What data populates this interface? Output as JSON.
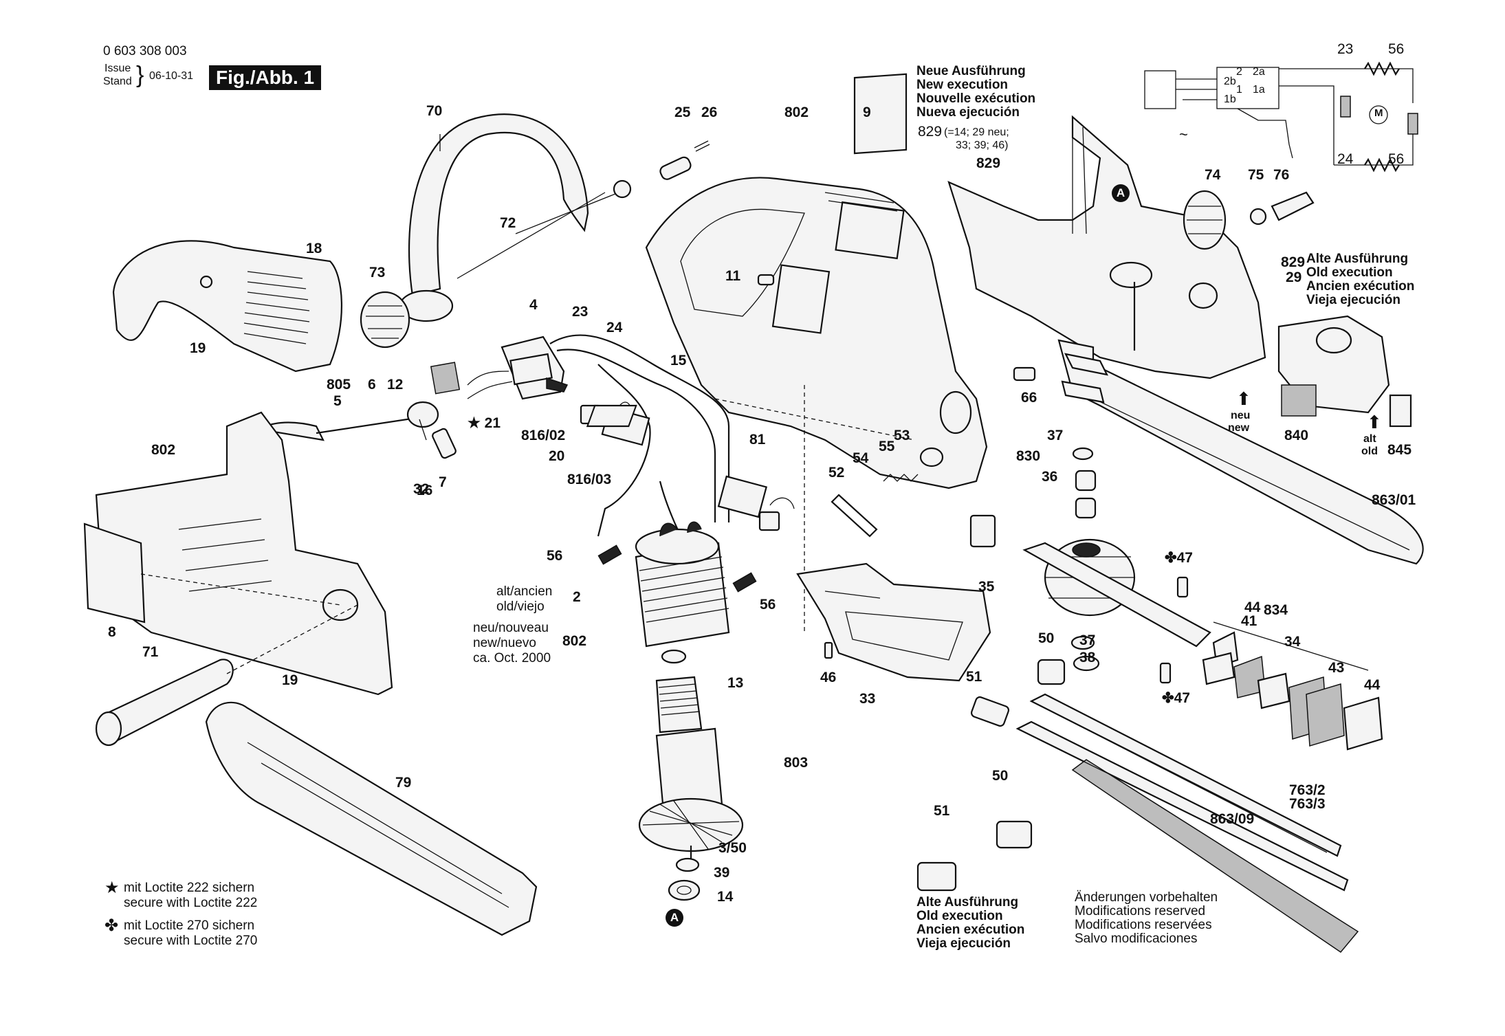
{
  "header": {
    "part_number": "0 603 308 003",
    "issue_label": "Issue",
    "stand_label": "Stand",
    "date": "06-10-31",
    "fig_label": "Fig./Abb. 1"
  },
  "new_execution_title": [
    "Neue Ausführung",
    "New execution",
    "Nouvelle exécution",
    "Nueva ejecución"
  ],
  "code_829_note": {
    "code": "829",
    "line1": "(=14; 29 neu;",
    "line2": "33; 39; 46)"
  },
  "old_execution_title_right": [
    "Alte Ausführung",
    "Old execution",
    "Ancien exécution",
    "Vieja ejecución"
  ],
  "old_execution_title_bottom": [
    "Alte Ausführung",
    "Old execution",
    "Ancien exécution",
    "Vieja ejecución"
  ],
  "version_labels": {
    "alt_ancien": "alt/ancien",
    "old_viejo": "old/viejo",
    "neu_nouveau": "neu/nouveau",
    "new_nuevo": "new/nuevo",
    "ca_date": "ca. Oct. 2000",
    "neu": "neu",
    "new": "new",
    "alt": "alt",
    "old": "old"
  },
  "wiring": {
    "terminals": [
      "2",
      "2a",
      "2b",
      "1",
      "1a",
      "1b"
    ],
    "motor_symbol": "M",
    "tilde": "~",
    "labels": [
      "23",
      "56",
      "24",
      "56"
    ]
  },
  "callout_marker": "A",
  "legend": [
    {
      "symbol": "★",
      "line1": "mit Loctite 222 sichern",
      "line2": "secure with Loctite 222"
    },
    {
      "symbol": "✤",
      "line1": "mit Loctite 270 sichern",
      "line2": "secure with Loctite 270"
    }
  ],
  "modifications_note": [
    "Änderungen vorbehalten",
    "Modifications reserved",
    "Modifications reservées",
    "Salvo modificaciones"
  ],
  "part_labels": [
    "70",
    "25",
    "26",
    "802",
    "9",
    "72",
    "18",
    "73",
    "11",
    "4",
    "23",
    "24",
    "19",
    "805",
    "5",
    "6",
    "12",
    "15",
    "★ 21",
    "816/02",
    "20",
    "816/03",
    "16",
    "32",
    "7",
    "81",
    "54",
    "55",
    "53",
    "52",
    "56",
    "56",
    "2",
    "802",
    "13",
    "803",
    "3/50",
    "39",
    "14",
    "71",
    "19",
    "8",
    "802",
    "79",
    "46",
    "33",
    "35",
    "829",
    "74",
    "75",
    "76",
    "829",
    "29",
    "66",
    "840",
    "845",
    "37",
    "830",
    "36",
    "863/01",
    "✤47",
    "834",
    "34",
    "50",
    "37",
    "38",
    "✤47",
    "51",
    "863/09",
    "763/2",
    "763/3",
    "50",
    "51",
    "44",
    "41",
    "43",
    "44"
  ]
}
